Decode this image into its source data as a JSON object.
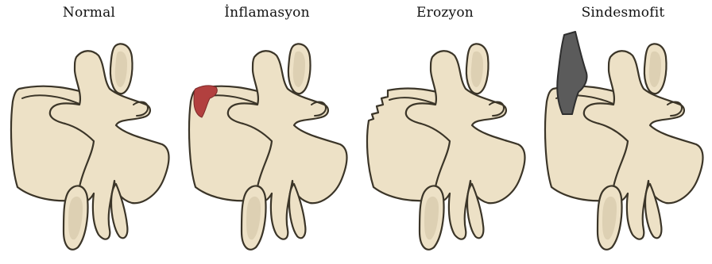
{
  "colors": {
    "bone_fill": "#ede1c6",
    "bone_stroke": "#3b3528",
    "bone_shade": "#ddd0b3",
    "inflammation": "#b2403f",
    "syndesmophyte": "#5b5b5b"
  },
  "panels": [
    {
      "title": "Normal",
      "variant": "normal"
    },
    {
      "title": "İnflamasyon",
      "variant": "inflammation"
    },
    {
      "title": "Erozyon",
      "variant": "erosion"
    },
    {
      "title": "Sindesmofit",
      "variant": "syndesmophyte"
    }
  ]
}
